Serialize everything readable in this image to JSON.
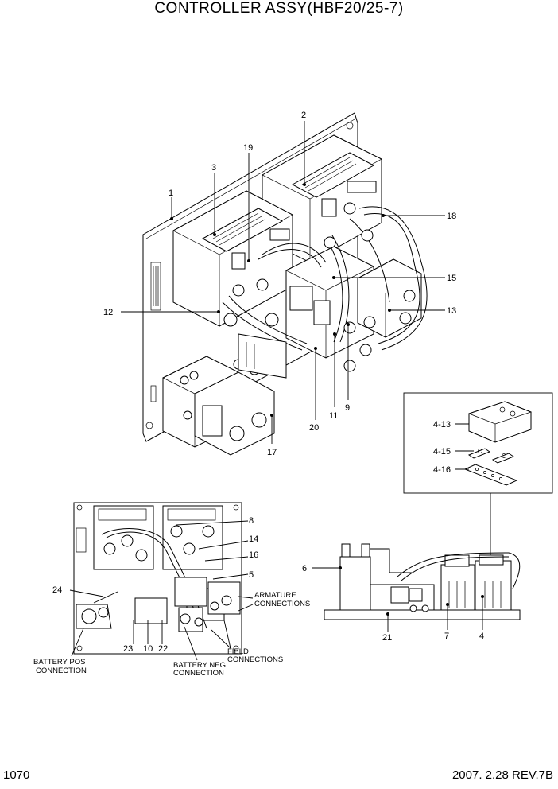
{
  "title": "CONTROLLER ASSY(HBF20/25-7)",
  "footer": {
    "page": "1070",
    "revision": "2007. 2.28 REV.7B"
  },
  "callouts": {
    "c1": "1",
    "c2": "2",
    "c3": "3",
    "c19": "19",
    "c18": "18",
    "c15": "15",
    "c13": "13",
    "c12": "12",
    "c9": "9",
    "c11": "11",
    "c20": "20",
    "c17": "17",
    "c4_13": "4-13",
    "c4_15": "4-15",
    "c4_16": "4-16",
    "c8": "8",
    "c14": "14",
    "c16": "16",
    "c5": "5",
    "c24": "24",
    "c23": "23",
    "c10": "10",
    "c22": "22",
    "c6": "6",
    "c21": "21",
    "c7": "7",
    "c4": "4"
  },
  "notes": {
    "armature_1": "ARMATURE",
    "armature_2": "CONNECTIONS",
    "field_1": "FIELD",
    "field_2": "CONNECTIONS",
    "batt_pos_1": "BATTERY POS",
    "batt_pos_2": "CONNECTION",
    "batt_neg_1": "BATTERY NEG",
    "batt_neg_2": "CONNECTION"
  }
}
